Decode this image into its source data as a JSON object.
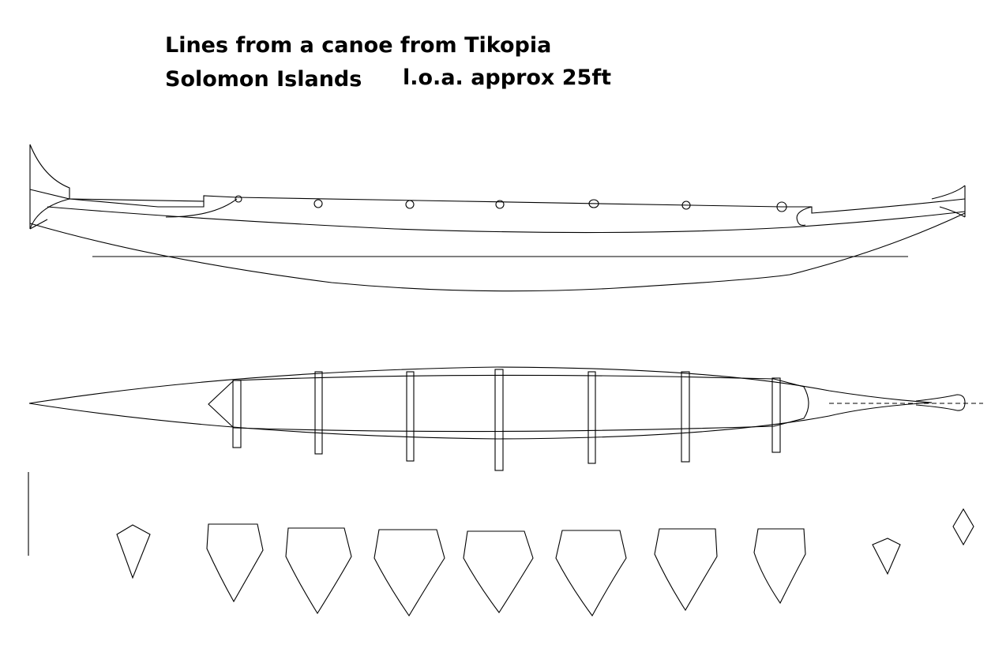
{
  "title": {
    "line1": "Lines from a canoe from Tikopia",
    "line2": "Solomon Islands",
    "length_note": "l.o.a. approx 25ft"
  },
  "views": {
    "profile": {
      "thwart_count": 7
    },
    "plan": {
      "thwart_count": 7
    },
    "sections": {
      "count": 10
    }
  },
  "colors": {
    "line": "#000000",
    "background": "#ffffff"
  }
}
